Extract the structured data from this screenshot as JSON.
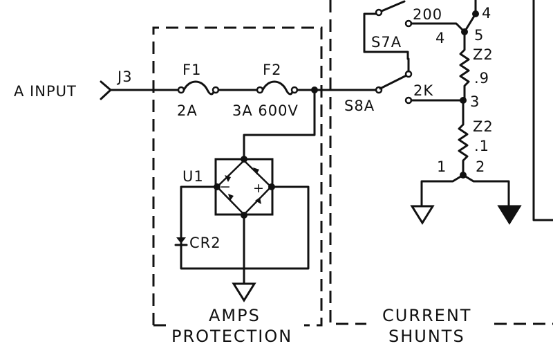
{
  "input": {
    "label": "A INPUT",
    "jack": "J3"
  },
  "fuses": {
    "f1": {
      "name": "F1",
      "rating": "2A"
    },
    "f2": {
      "name": "F2",
      "rating": "3A 600V"
    }
  },
  "protection": {
    "bridge": "U1",
    "diode": "CR2",
    "title_line1": "AMPS",
    "title_line2": "PROTECTION"
  },
  "switches": {
    "s7": "S7A",
    "s8": "S8A",
    "contact_200": "200",
    "contact_2k": "2K",
    "contact_4": "4"
  },
  "shunts": {
    "node4": "4",
    "node5": "5",
    "node3": "3",
    "node1": "1",
    "node2": "2",
    "z_upper": "Z2",
    "z_upper_value": ".9",
    "z_lower": "Z2",
    "z_lower_value": ".1",
    "title_line1": "CURRENT",
    "title_line2": "SHUNTS"
  },
  "bridge_signs": {
    "minus": "−",
    "plus": "+"
  }
}
